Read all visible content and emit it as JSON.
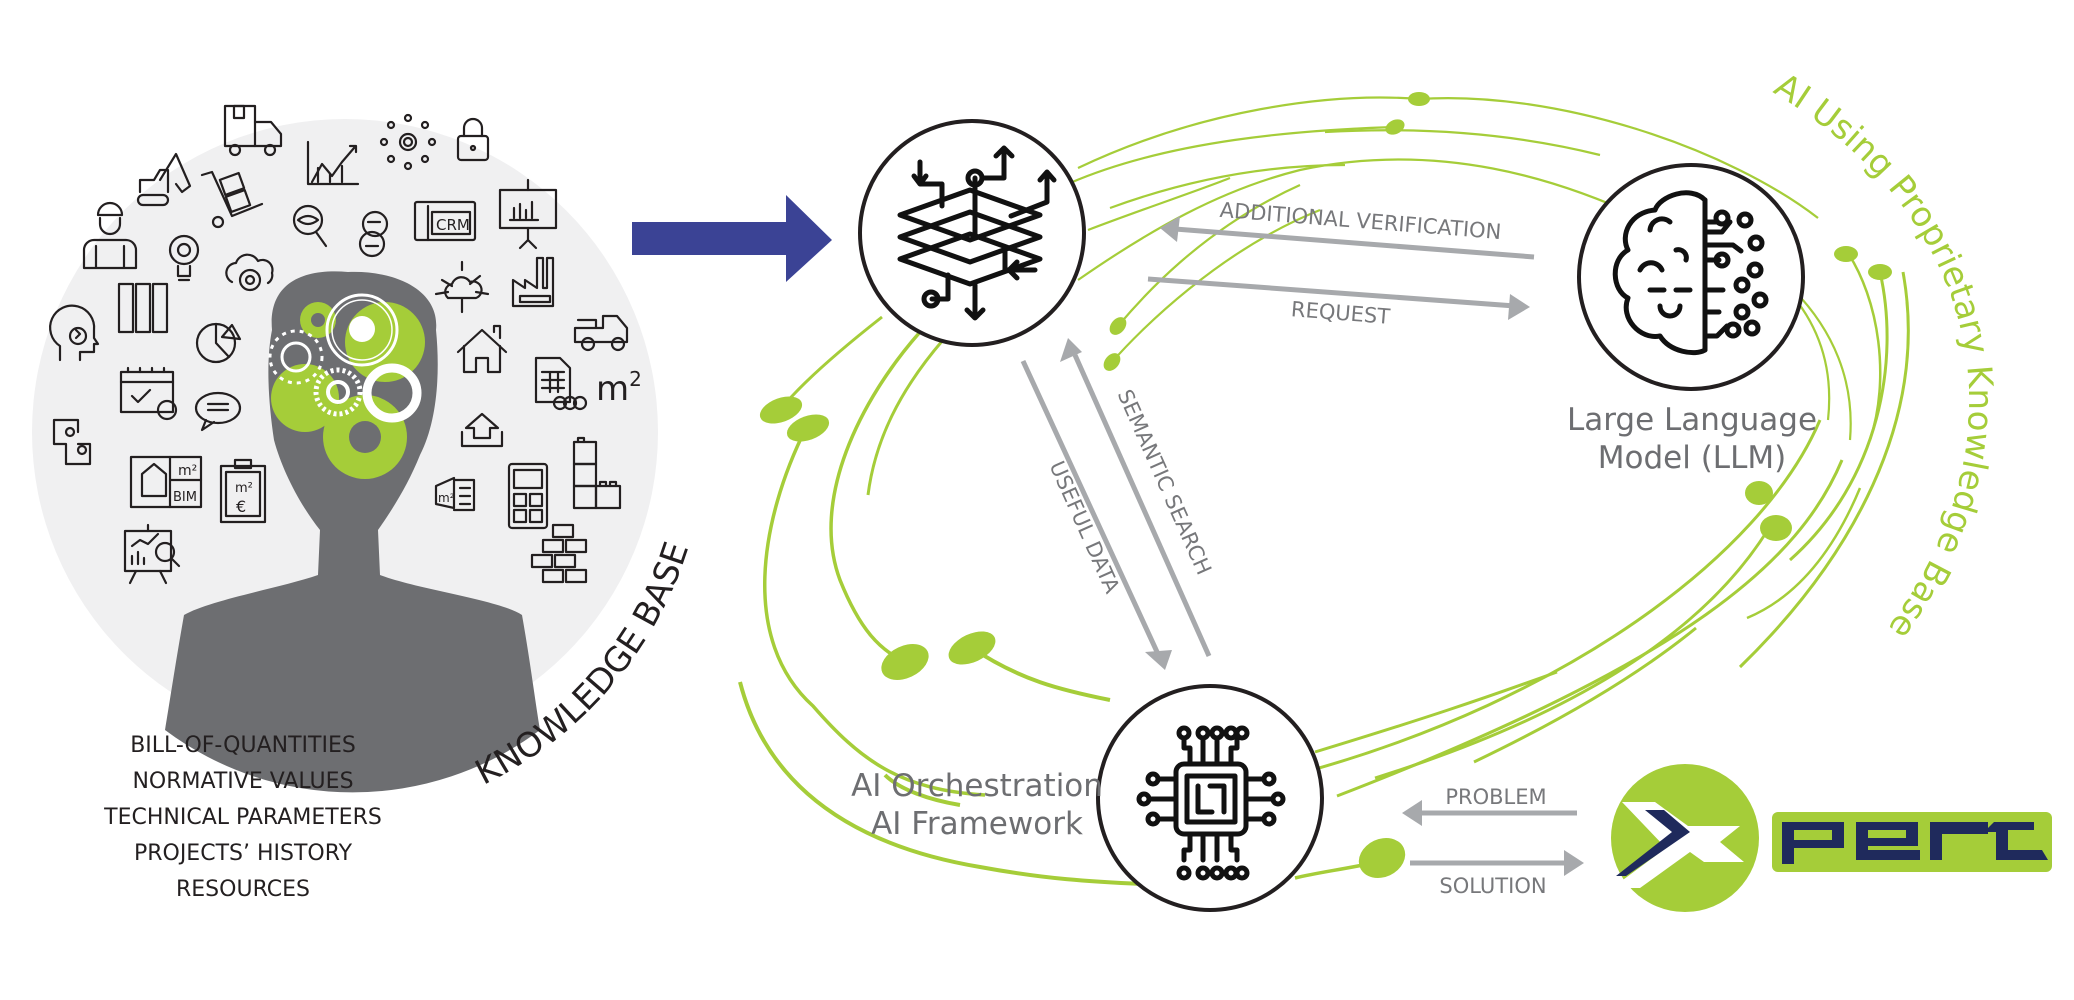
{
  "knowledge_base": {
    "title": "KNOWLEDGE BASE",
    "items": [
      "BILL-OF-QUANTITIES",
      "NORMATIVE VALUES",
      "TECHNICAL PARAMETERS",
      "PROJECTS’ HISTORY",
      "RESOURCES"
    ],
    "icons": [
      "delivery-truck-icon",
      "excavator-icon",
      "hand-truck-icon",
      "growth-chart-icon",
      "network-hub-icon",
      "padlock-icon",
      "worker-icon",
      "idea-gear-bulb-icon",
      "eye-search-icon",
      "chat-bubbles-icon",
      "crm-icon",
      "presentation-chart-icon",
      "binders-icon",
      "cloud-gear-icon",
      "cloud-network-icon",
      "factory-icon",
      "head-idea-icon",
      "pie-chart-icon",
      "pickup-truck-icon",
      "house-icon",
      "spreadsheet-coins-icon",
      "calendar-check-icon",
      "speech-bubble-icon",
      "upload-icon",
      "puzzle-icon",
      "bim-icon",
      "clipboard-cost-icon",
      "area-list-icon",
      "calculator-icon",
      "blocks-icon",
      "analytics-board-icon",
      "bricks-icon"
    ],
    "m2_label": "m",
    "m2_sup": "2",
    "crm_label": "CRM",
    "bim_label": "BIM",
    "m2_small": "m²",
    "euro": "€"
  },
  "nodes": {
    "retrieval": {
      "icon": "data-layers-icon"
    },
    "llm": {
      "icon": "ai-brain-icon",
      "label_line1": "Large Language",
      "label_line2": "Model (LLM)"
    },
    "orchestration": {
      "icon": "ai-chip-icon",
      "label_line1": "AI Orchestration",
      "label_line2": "AI Framework"
    },
    "xpert": {
      "logo_text": "pert",
      "logo_mark": "X"
    }
  },
  "flows": {
    "additional_verification": "ADDITIONAL VERIFICATION",
    "request": "REQUEST",
    "semantic_search": "SEMANTIC SEARCH",
    "useful_data": "USEFUL DATA",
    "problem": "PROBLEM",
    "solution": "SOLUTION"
  },
  "orbit_title": "AI Using Proprietary Knowledge Base",
  "colors": {
    "accent_green": "#a5cd39",
    "brand_navy": "#1f2a5c",
    "arrow_blue": "#3b4395",
    "arrow_gray": "#a7a9ac",
    "label_gray": "#6d6e71",
    "silhouette_gray": "#6d6e71",
    "circle_bg": "#f0f0f1"
  }
}
